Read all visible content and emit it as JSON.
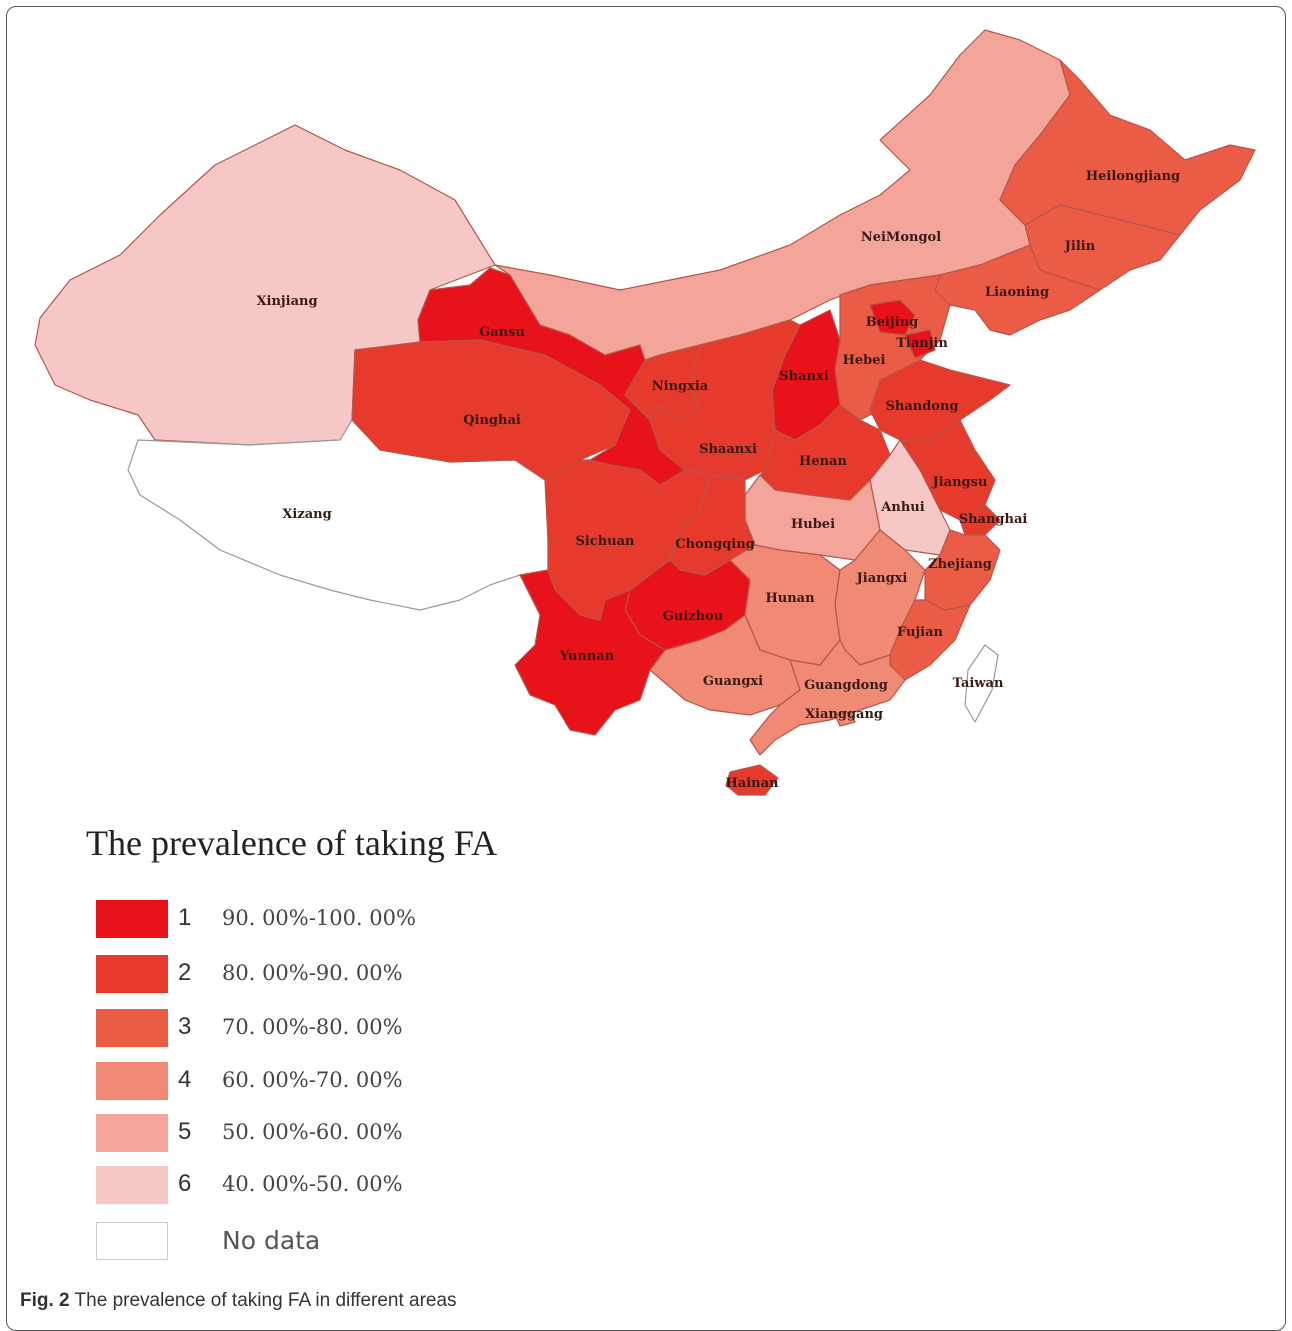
{
  "legend": {
    "title": "The prevalence of taking FA",
    "items": [
      {
        "level": "1",
        "range": "90. 00%-100. 00%",
        "color": "#e8121b"
      },
      {
        "level": "2",
        "range": "80. 00%-90. 00%",
        "color": "#e63a2c"
      },
      {
        "level": "3",
        "range": "70. 00%-80. 00%",
        "color": "#eb5c46"
      },
      {
        "level": "4",
        "range": "60. 00%-70. 00%",
        "color": "#f08a74"
      },
      {
        "level": "5",
        "range": "50. 00%-60. 00%",
        "color": "#f3a59a"
      },
      {
        "level": "6",
        "range": "40. 00%-50. 00%",
        "color": "#f6c7c7"
      }
    ],
    "no_data_label": "No data",
    "no_data_color": "#ffffff"
  },
  "provinces": {
    "xinjiang": {
      "label": "Xinjiang",
      "level": 6
    },
    "xizang": {
      "label": "Xizang",
      "level": 0
    },
    "gansu": {
      "label": "Gansu",
      "level": 1
    },
    "qinghai": {
      "label": "Qinghai",
      "level": 2
    },
    "sichuan": {
      "label": "Sichuan",
      "level": 2
    },
    "yunnan": {
      "label": "Yunnan",
      "level": 1
    },
    "neimongol": {
      "label": "NeiMongol",
      "level": 5
    },
    "heilongjiang": {
      "label": "Heilongjiang",
      "level": 3
    },
    "jilin": {
      "label": "Jilin",
      "level": 3
    },
    "liaoning": {
      "label": "Liaoning",
      "level": 3
    },
    "beijing": {
      "label": "Beijing",
      "level": 1
    },
    "tianjin": {
      "label": "Tianjin",
      "level": 1
    },
    "hebei": {
      "label": "Hebei",
      "level": 3
    },
    "shanxi": {
      "label": "Shanxi",
      "level": 1
    },
    "ningxia": {
      "label": "Ningxia",
      "level": 2
    },
    "shaanxi": {
      "label": "Shaanxi",
      "level": 2
    },
    "henan": {
      "label": "Henan",
      "level": 2
    },
    "shandong": {
      "label": "Shandong",
      "level": 2
    },
    "jiangsu": {
      "label": "Jiangsu",
      "level": 2
    },
    "anhui": {
      "label": "Anhui",
      "level": 6
    },
    "shanghai": {
      "label": "Shanghai",
      "level": 2
    },
    "hubei": {
      "label": "Hubei",
      "level": 5
    },
    "chongqing": {
      "label": "Chongqing",
      "level": 2
    },
    "guizhou": {
      "label": "Guizhou",
      "level": 1
    },
    "hunan": {
      "label": "Hunan",
      "level": 4
    },
    "jiangxi": {
      "label": "Jiangxi",
      "level": 4
    },
    "zhejiang": {
      "label": "Zhejiang",
      "level": 3
    },
    "fujian": {
      "label": "Fujian",
      "level": 3
    },
    "guangxi": {
      "label": "Guangxi",
      "level": 4
    },
    "guangdong": {
      "label": "Guangdong",
      "level": 4
    },
    "xianggang": {
      "label": "Xianggang",
      "level": 4
    },
    "hainan": {
      "label": "Hainan",
      "level": 2
    },
    "taiwan": {
      "label": "Taiwan",
      "level": 0
    }
  },
  "caption": {
    "prefix": "Fig. 2",
    "text": " The prevalence of taking FA in different areas"
  }
}
